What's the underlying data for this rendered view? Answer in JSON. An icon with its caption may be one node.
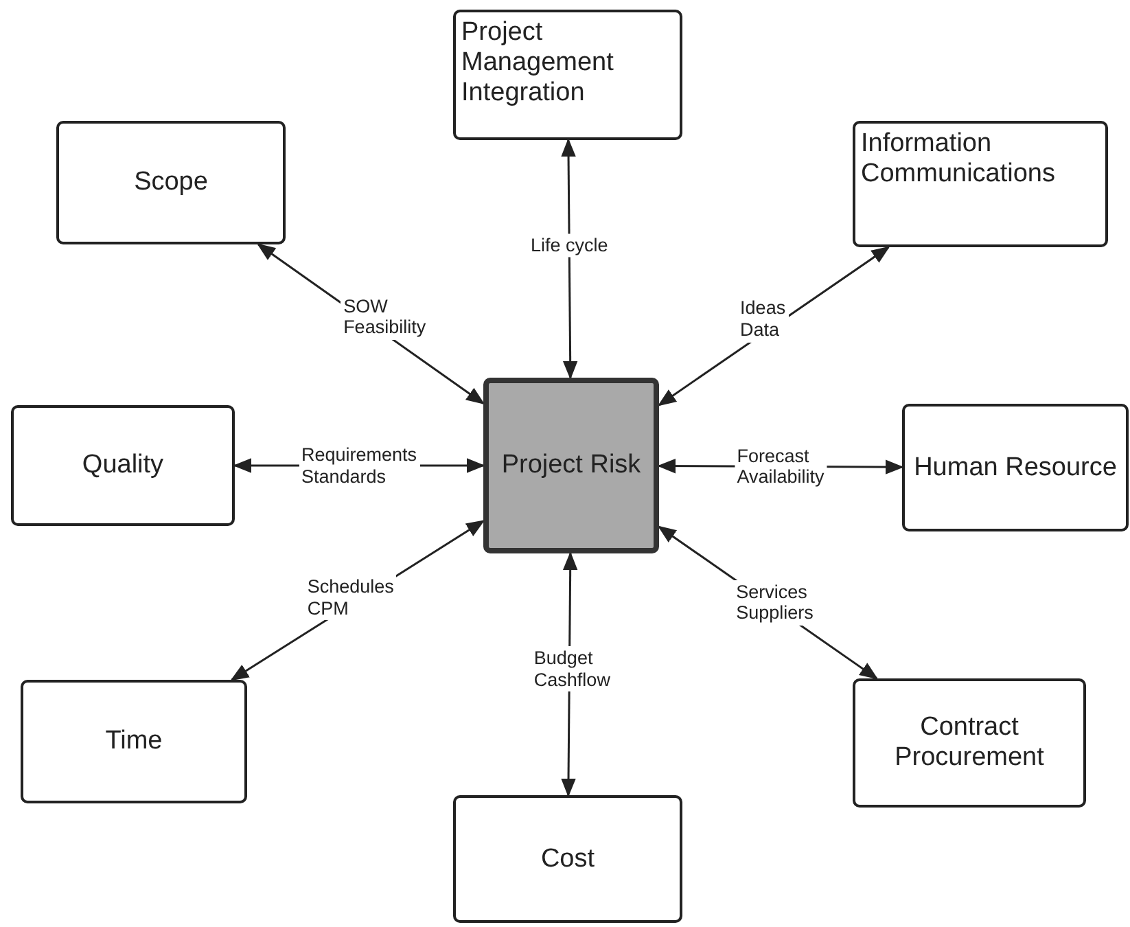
{
  "diagram": {
    "nodes": [
      {
        "text": [
          "Project Management Integration"
        ]
      },
      {
        "text": [
          "Scope"
        ]
      },
      {
        "text": [
          "Information Communications"
        ]
      },
      {
        "text": [
          "Quality"
        ]
      },
      {
        "text": [
          "Project Risk"
        ]
      },
      {
        "text": [
          "Human Resource"
        ]
      },
      {
        "text": [
          "Time"
        ]
      },
      {
        "text": [
          "Contract Procurement"
        ]
      },
      {
        "text": [
          "Cost"
        ]
      }
    ],
    "edges": [
      {
        "from": 4,
        "to": 0,
        "arrow": "both",
        "label": "Life cycle"
      },
      {
        "from": 4,
        "to": 1,
        "arrow": "both",
        "label": "SOW Feasibility"
      },
      {
        "from": 4,
        "to": 2,
        "arrow": "both",
        "label": "Ideas Data"
      },
      {
        "from": 4,
        "to": 3,
        "arrow": "both",
        "label": "Requirements Standards"
      },
      {
        "from": 4,
        "to": 5,
        "arrow": "both",
        "label": "Forecast Availability"
      },
      {
        "from": 4,
        "to": 6,
        "arrow": "both",
        "label": "Schedules CPM"
      },
      {
        "from": 4,
        "to": 7,
        "arrow": "both",
        "label": "Services Suppliers"
      },
      {
        "from": 4,
        "to": 8,
        "arrow": "both",
        "label": "Budget Cashflow"
      }
    ]
  }
}
